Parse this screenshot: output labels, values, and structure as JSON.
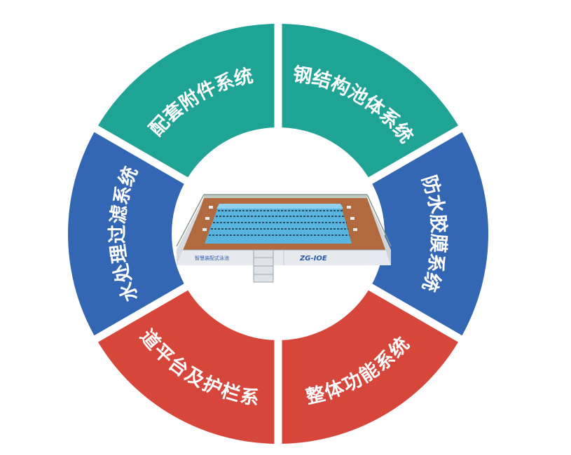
{
  "segments": [
    {
      "label": "钢结构池体系统",
      "color": "#1fa394"
    },
    {
      "label": "防水胶膜系统",
      "color": "#3366b3"
    },
    {
      "label": "整体功能系统",
      "color": "#d6463a"
    },
    {
      "label": "走道平台及护栏系统",
      "color": "#d6463a"
    },
    {
      "label": "水处理过滤系统",
      "color": "#3366b3"
    },
    {
      "label": "配套附件系统",
      "color": "#1fa394"
    }
  ],
  "center": {
    "brand_left": "智慧装配式泳池",
    "brand_right": "ZG-IOE"
  }
}
